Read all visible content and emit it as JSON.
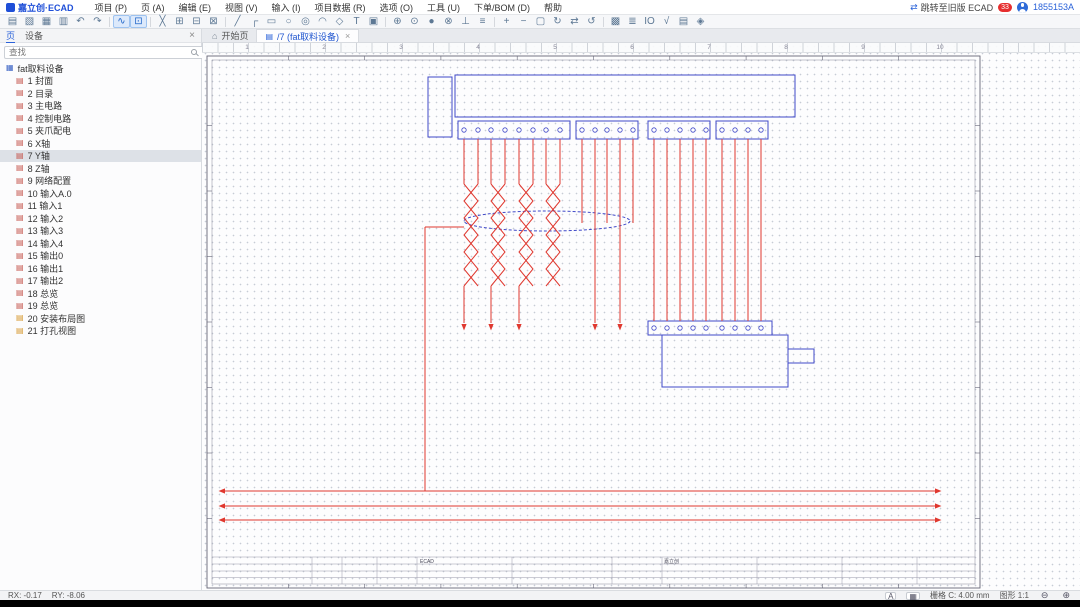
{
  "app": {
    "logo": "嘉立创·ECAD",
    "legacy_link": "跳转至旧版 ECAD",
    "badge": "33",
    "user": "1855153A"
  },
  "menus": [
    {
      "name": "menu-project",
      "label": "项目 (P)"
    },
    {
      "name": "menu-page",
      "label": "页 (A)"
    },
    {
      "name": "menu-edit",
      "label": "编辑 (E)"
    },
    {
      "name": "menu-view",
      "label": "视图 (V)"
    },
    {
      "name": "menu-input",
      "label": "输入 (I)"
    },
    {
      "name": "menu-project-data",
      "label": "项目数据 (R)"
    },
    {
      "name": "menu-options",
      "label": "选项 (O)"
    },
    {
      "name": "menu-tools",
      "label": "工具 (U)"
    },
    {
      "name": "menu-order-bom",
      "label": "下单/BOM (D)"
    },
    {
      "name": "menu-help",
      "label": "帮助"
    }
  ],
  "toolbar": {
    "groups": [
      [
        {
          "name": "new-file",
          "glyph": "▤"
        },
        {
          "name": "open-file",
          "glyph": "▧"
        },
        {
          "name": "save",
          "glyph": "▦"
        },
        {
          "name": "print",
          "glyph": "▥"
        },
        {
          "name": "undo",
          "glyph": "↶"
        },
        {
          "name": "redo",
          "glyph": "↷"
        }
      ],
      [
        {
          "name": "wire-tool",
          "glyph": "∿",
          "active": true
        },
        {
          "name": "drag-tool",
          "glyph": "⊡",
          "active": true
        }
      ],
      [
        {
          "name": "cut",
          "glyph": "╳"
        },
        {
          "name": "copy",
          "glyph": "⊞"
        },
        {
          "name": "paste",
          "glyph": "⊟"
        },
        {
          "name": "delete",
          "glyph": "⊠"
        }
      ],
      [
        {
          "name": "line-tool",
          "glyph": "╱"
        },
        {
          "name": "polyline-tool",
          "glyph": "┌"
        },
        {
          "name": "rect-tool",
          "glyph": "▭"
        },
        {
          "name": "circle-tool",
          "glyph": "○"
        },
        {
          "name": "ellipse-tool",
          "glyph": "◎"
        },
        {
          "name": "arc-tool",
          "glyph": "◠"
        },
        {
          "name": "polygon-tool",
          "glyph": "◇"
        },
        {
          "name": "text-tool",
          "glyph": "T"
        },
        {
          "name": "image-tool",
          "glyph": "▣"
        }
      ],
      [
        {
          "name": "net-label-tool",
          "glyph": "⊕"
        },
        {
          "name": "net-port-tool",
          "glyph": "⊙"
        },
        {
          "name": "junction-tool",
          "glyph": "●"
        },
        {
          "name": "no-connect-tool",
          "glyph": "⊗"
        },
        {
          "name": "power-flag-tool",
          "glyph": "⊥"
        },
        {
          "name": "bus-tool",
          "glyph": "≡"
        }
      ],
      [
        {
          "name": "zoom-in",
          "glyph": "+"
        },
        {
          "name": "zoom-out",
          "glyph": "−"
        },
        {
          "name": "zoom-fit",
          "glyph": "▢"
        },
        {
          "name": "refresh-view",
          "glyph": "↻"
        },
        {
          "name": "cross-probe",
          "glyph": "⇄"
        },
        {
          "name": "sync-view",
          "glyph": "↺"
        }
      ],
      [
        {
          "name": "grid-settings",
          "glyph": "▩"
        },
        {
          "name": "layer-manager",
          "glyph": "≣"
        },
        {
          "name": "io-port",
          "glyph": "IO"
        },
        {
          "name": "erc-check",
          "glyph": "√"
        },
        {
          "name": "bom-view",
          "glyph": "▤"
        },
        {
          "name": "settings",
          "glyph": "◈"
        }
      ]
    ]
  },
  "sidebar": {
    "tabs": [
      "页",
      "设备"
    ],
    "search_placeholder": "查找",
    "project": "fat取料设备",
    "items": [
      {
        "num": "1",
        "label": "封面",
        "kind": "page"
      },
      {
        "num": "2",
        "label": "目录",
        "kind": "page"
      },
      {
        "num": "3",
        "label": "主电路",
        "kind": "page"
      },
      {
        "num": "4",
        "label": "控制电路",
        "kind": "page"
      },
      {
        "num": "5",
        "label": "夹爪配电",
        "kind": "page"
      },
      {
        "num": "6",
        "label": "X轴",
        "kind": "page"
      },
      {
        "num": "7",
        "label": "Y轴",
        "kind": "page",
        "selected": true
      },
      {
        "num": "8",
        "label": "Z轴",
        "kind": "page"
      },
      {
        "num": "9",
        "label": "网络配置",
        "kind": "page"
      },
      {
        "num": "10",
        "label": "输入A.0",
        "kind": "page"
      },
      {
        "num": "11",
        "label": "输入1",
        "kind": "page"
      },
      {
        "num": "12",
        "label": "输入2",
        "kind": "page"
      },
      {
        "num": "13",
        "label": "输入3",
        "kind": "page"
      },
      {
        "num": "14",
        "label": "输入4",
        "kind": "page"
      },
      {
        "num": "15",
        "label": "输出0",
        "kind": "page"
      },
      {
        "num": "16",
        "label": "输出1",
        "kind": "page"
      },
      {
        "num": "17",
        "label": "输出2",
        "kind": "page"
      },
      {
        "num": "18",
        "label": "总览",
        "kind": "page"
      },
      {
        "num": "19",
        "label": "总览",
        "kind": "page"
      },
      {
        "num": "20",
        "label": "安装布局图",
        "kind": "layout"
      },
      {
        "num": "21",
        "label": "打孔视图",
        "kind": "layout"
      }
    ]
  },
  "canvas": {
    "tabs": [
      {
        "label": "开始页"
      },
      {
        "label": "/7 (fat取料设备)",
        "active": true
      }
    ],
    "ruler": [
      "1",
      "2",
      "3",
      "4",
      "5",
      "6",
      "7",
      "8",
      "9",
      "10"
    ]
  },
  "schematic": {
    "colors": {
      "wire": "#e0382f",
      "component": "#4049c8"
    }
  },
  "title_block": {
    "brand": "ECAD",
    "maker": "嘉立创"
  },
  "statusbar": {
    "rx": "RX: -0.17",
    "ry": "RY: -8.06",
    "grid": "栅格 C: 4.00 mm",
    "scale": "图形 1:1"
  }
}
